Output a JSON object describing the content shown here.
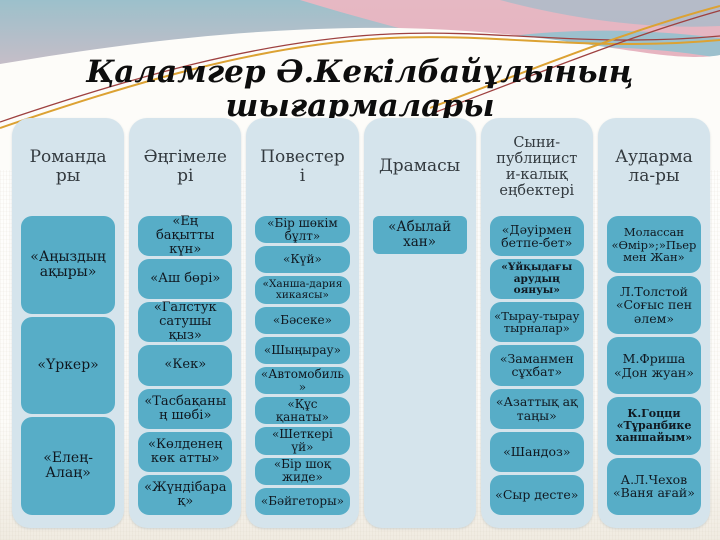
{
  "slide": {
    "title": "Қаламгер Ә.Кекілбайұлының шығармалары"
  },
  "columns": [
    {
      "id": "romandary",
      "header": "Романдары",
      "items": [
        "«Аңыздың ақыры»",
        "«Үркер»",
        "«Елең-Алаң»"
      ]
    },
    {
      "id": "angimeleri",
      "header": "Әңгімелері",
      "items": [
        "«Ең бақытты күн»",
        "«Аш бөрі»",
        "«Галстук сатушы қыз»",
        "«Кек»",
        "«Тасбақаның шөбі»",
        "«Көлденең көк атты»",
        "«Жүндібарақ»"
      ]
    },
    {
      "id": "povesteri",
      "header": "Повестері",
      "items": [
        "«Бір шөкім бұлт»",
        "«Күй»",
        "«Ханша-дария хикаясы»",
        "«Бәсеке»",
        "«Шыңырау»",
        "«Автомобиль»",
        "«Құс қанаты»",
        "«Шеткері үй»",
        "«Бір шоқ жиде»",
        "«Бәйгеторы»"
      ]
    },
    {
      "id": "dramasy",
      "header": "Драмасы",
      "items": [
        "«Абылай хан»"
      ]
    },
    {
      "id": "syni-publicistikalyq",
      "header": "Сыни-публицисти-калық еңбектері",
      "items": [
        "«Дәуірмен бетпе-бет»",
        "«Ұйқыдағы арудың оянуы»",
        "«Тырау-тырау тырналар»",
        "«Заманмен сұхбат»",
        "«Азаттық ақ таңы»",
        "«Шандоз»",
        "«Сыр десте»"
      ]
    },
    {
      "id": "audarmalary",
      "header": "Аудармала-ры",
      "items": [
        "Молассан «Өмір»;»Пьер мен Жан»",
        "Л.Толстой «Соғыс пен әлем»",
        "М.Фриша «Дон жуан»",
        "К.Гоцци «Тұранбике ханшайым»",
        "А.Л.Чехов «Ваня ағай»"
      ]
    }
  ],
  "colors": {
    "accent_box": "#57adc7",
    "column_bg": "#d5e4ec",
    "wave_teal": "#9cc0cb",
    "wave_pink": "#f2bcc4",
    "line_gold": "#dca233",
    "line_maroon": "#9e4140"
  }
}
